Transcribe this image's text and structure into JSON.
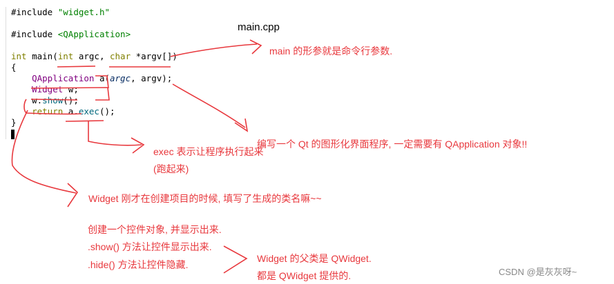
{
  "code": {
    "line1_directive": "#include",
    "line1_file": "\"widget.h\"",
    "line2_directive": "#include",
    "line2_file": "<QApplication>",
    "line3_kw": "int",
    "line3_name": " main(",
    "line3_kw2": "int",
    "line3_arg": " argc, ",
    "line3_kw3": "char",
    "line3_rest": " *argv[])",
    "line4": "{",
    "line5_cls": "QApplication",
    "line5_mid": " a(",
    "line5_arg": "argc",
    "line5_rest": ", argv);",
    "line6_cls": "Widget",
    "line6_rest": " w;",
    "line7_obj": "w.",
    "line7_fn": "show",
    "line7_rest": "();",
    "line8_kw": "return",
    "line8_obj": " a.",
    "line8_fn": "exec",
    "line8_rest": "();",
    "line9": "}"
  },
  "annotations": {
    "file_name": "main.cpp",
    "main_params": "main 的形参就是命令行参数.",
    "qapplication_note": "编写一个 Qt 的图形化界面程序, 一定需要有 QApplication 对象!!",
    "exec_note": "exec 表示让程序执行起来",
    "exec_note2": "(跑起来)",
    "widget_note": "Widget 刚才在创建项目的时候, 填写了生成的类名嘛~~",
    "create_note": "创建一个控件对象, 并显示出来.",
    "show_note": ".show() 方法让控件显示出来.",
    "hide_note": ".hide() 方法让控件隐藏.",
    "parent_note": "Widget 的父类是 QWidget.",
    "parent_note2": "都是 QWidget 提供的."
  },
  "watermark": "CSDN @是灰灰呀~",
  "colors": {
    "annotation": "#e8383d"
  }
}
